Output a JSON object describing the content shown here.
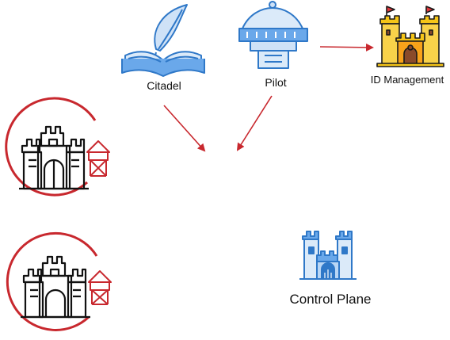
{
  "nodes": {
    "citadel": {
      "label": "Citadel",
      "icon": "open-book-quill-icon",
      "color": "#3c8fe0"
    },
    "pilot": {
      "label": "Pilot",
      "icon": "crown-pedestal-icon",
      "color": "#3c8fe0"
    },
    "id_management": {
      "label": "ID Management",
      "icon": "castle-icon",
      "color": "#f5c518"
    },
    "control_plane": {
      "label": "Control Plane",
      "icon": "castle-icon",
      "color": "#3c8fe0"
    },
    "service_a": {
      "icon": "castle-with-watchtower-icon",
      "ring_color": "#c8282e"
    },
    "service_b": {
      "icon": "castle-with-watchtower-icon",
      "ring_color": "#c8282e"
    }
  },
  "edges": [
    {
      "from": "pilot",
      "to": "id_management"
    },
    {
      "from": "citadel",
      "to": "center"
    },
    {
      "from": "pilot",
      "to": "center"
    }
  ],
  "colors": {
    "arrow": "#c8282e",
    "outline": "#111111",
    "accent_red": "#c8282e"
  }
}
